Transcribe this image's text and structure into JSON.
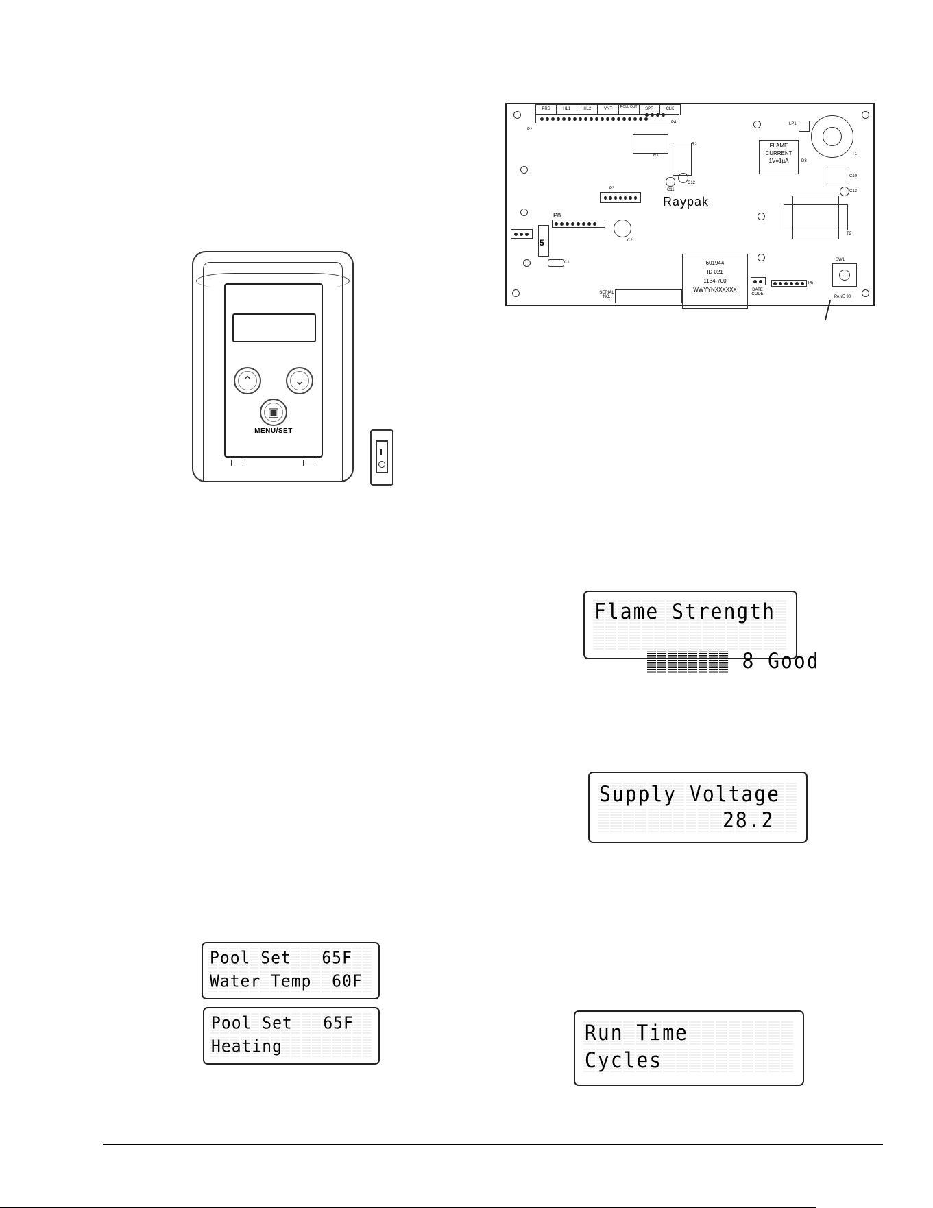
{
  "keypad": {
    "menu_label": "MENU/SET"
  },
  "board": {
    "brand": "Raypak",
    "connectors": [
      "PRS",
      "HL1",
      "HL2",
      "VNT",
      "ROLL OUT",
      "SPR",
      "CLK"
    ],
    "flame_current": [
      "FLAME",
      "CURRENT",
      "1V=1µA"
    ],
    "id_box": [
      "601944",
      "ID 021",
      "1134-700",
      "WWYYNXXXXXX"
    ],
    "serial_label": "SERIAL NO.",
    "date_code_label": "DATE CODE",
    "sw_label": "SW1",
    "p8_label": "P8",
    "p3_label": "P3",
    "p2_label": "P2",
    "p4_label": "P4",
    "p5_label": "P5",
    "t1_label": "T1",
    "t2_label": "T2",
    "r1_label": "R1",
    "r2_label": "R2",
    "c1_label": "C1",
    "c2_label": "C2",
    "c10_label": "C10",
    "c11_label": "C11",
    "c12_label": "C12",
    "c13_label": "C13",
    "lp1_label": "LP1",
    "d3_label": "D3",
    "panel_label": "PANE 90",
    "fuse_label": "5"
  },
  "displays": {
    "flame": {
      "line1": "Flame Strength",
      "line2_value": "8 Good",
      "bar_level": 8
    },
    "voltage": {
      "line1": "Supply Voltage",
      "line2": "28.2"
    },
    "pool1": {
      "line1": "Pool Set   65F",
      "line2": "Water Temp  60F"
    },
    "pool2": {
      "line1": "Pool Set   65F",
      "line2": "Heating"
    },
    "runtime": {
      "line1": "Run Time",
      "line2": "Cycles"
    }
  }
}
